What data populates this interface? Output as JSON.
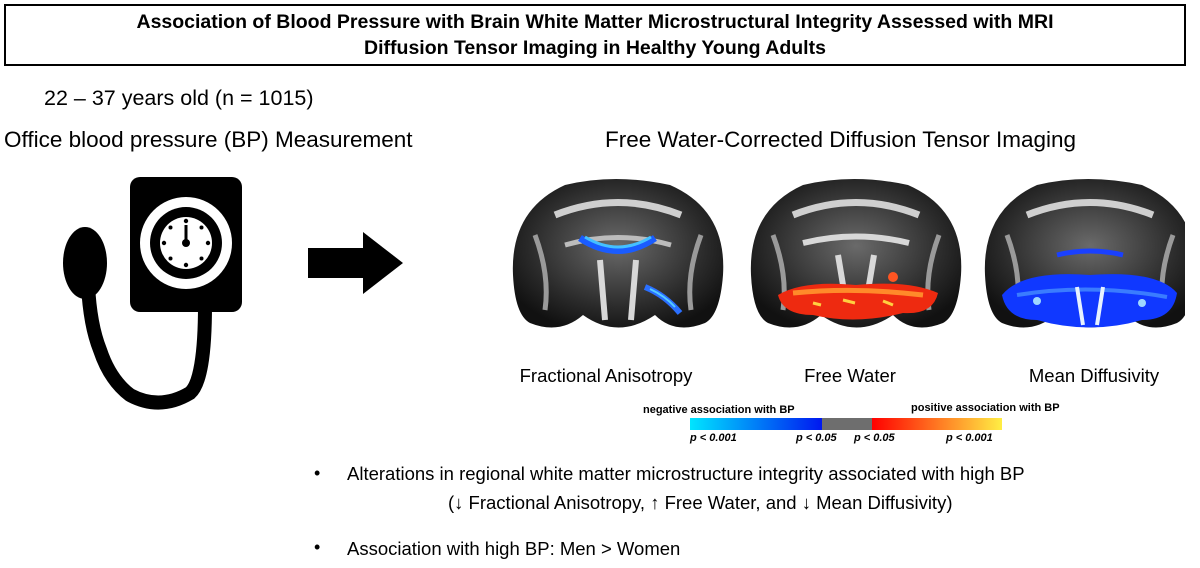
{
  "header": {
    "title_line1": "Association of Blood Pressure with Brain White Matter Microstructural Integrity Assessed with MRI",
    "title_line2": "Diffusion Tensor Imaging in Healthy Young Adults"
  },
  "cohort": "22 – 37 years old (n = 1015)",
  "left_section": {
    "heading": "Office blood pressure (BP) Measurement"
  },
  "right_section": {
    "heading": "Free Water-Corrected Diffusion Tensor Imaging",
    "panels": [
      {
        "label": "Fractional Anisotropy"
      },
      {
        "label": "Free Water"
      },
      {
        "label": "Mean Diffusivity"
      }
    ]
  },
  "color_scale": {
    "negative_label": "negative association with BP",
    "positive_label": "positive association with BP",
    "ticks": [
      "p < 0.001",
      "p < 0.05",
      "p < 0.05",
      "p < 0.001"
    ],
    "colors": {
      "neg_light": "#00e5ff",
      "neg_dark": "#0018f0",
      "neutral": "#6e6e6e",
      "pos_dark": "#ff0000",
      "pos_light": "#ffee44"
    }
  },
  "findings": [
    {
      "line1": "Alterations in regional white matter microstructure integrity associated with high BP",
      "line2": "(↓ Fractional Anisotropy, ↑ Free Water, and ↓ Mean Diffusivity)"
    },
    {
      "line1": "Association with high BP: Men > Women"
    }
  ],
  "icons": [
    "blood-pressure-monitor-icon",
    "right-arrow-icon"
  ]
}
